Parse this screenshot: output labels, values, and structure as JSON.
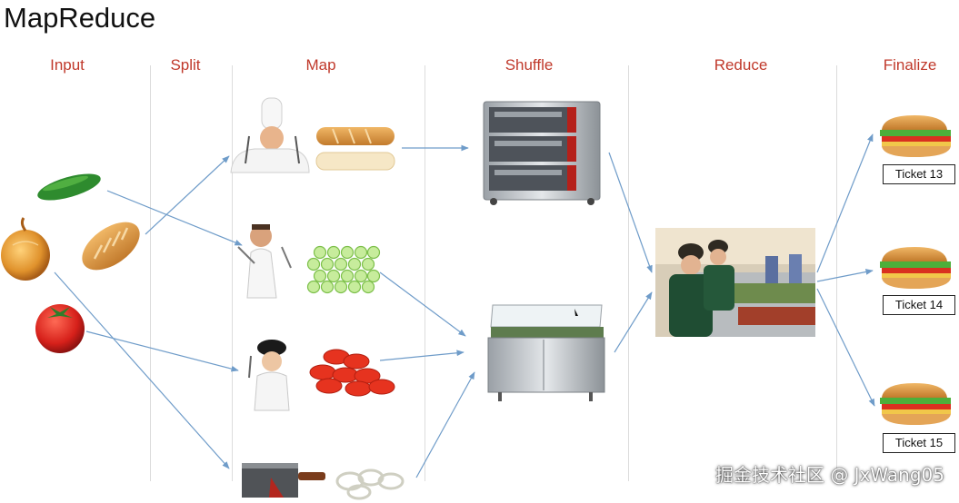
{
  "title": "MapReduce",
  "columns": [
    "Input",
    "Split",
    "Map",
    "Shuffle",
    "Reduce",
    "Finalize"
  ],
  "tickets": [
    "Ticket 13",
    "Ticket 14",
    "Ticket 15"
  ],
  "watermark": "掘金技术社区 @ JxWang05",
  "colors": {
    "header": "#c0392b",
    "arrow": "#6f9cc9"
  },
  "icons": {
    "inputs": [
      "cucumber-icon",
      "onion-icon",
      "bread-icon",
      "tomato-icon"
    ],
    "workers": [
      "head-chef-icon",
      "chef-icon",
      "chef-icon",
      "cleaver-icon"
    ],
    "map_outputs": [
      "sliced-bread-icon",
      "sliced-cucumber-icon",
      "sliced-tomato-icon",
      "sliced-onion-icon"
    ],
    "shuffle": [
      "oven-icon",
      "salad-fridge-counter-icon"
    ],
    "reduce": "sandwich-assembly-line-icon",
    "finalize": "sandwich-icon"
  }
}
